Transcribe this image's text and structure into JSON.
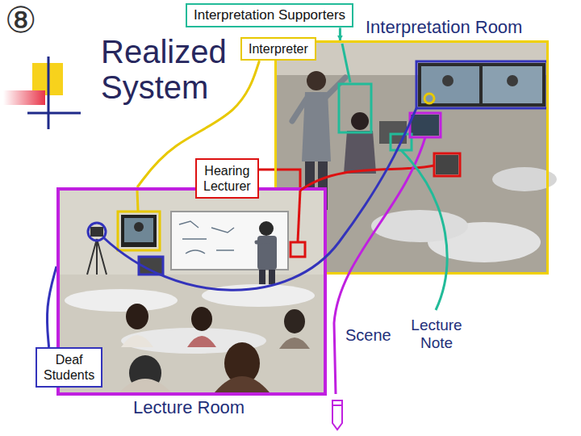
{
  "diagram": {
    "title": "Realized System",
    "nodes": [
      {
        "text": [
          "Interpretation Room"
        ]
      },
      {
        "text": [
          "Lecture Room"
        ]
      },
      {
        "text": [
          "Interpretation Supporters"
        ]
      },
      {
        "text": [
          "Interpreter"
        ]
      },
      {
        "text": [
          "Hearing Lecturer"
        ]
      },
      {
        "text": [
          "Deaf Students"
        ]
      }
    ],
    "edges": [
      {
        "from": 2,
        "to": 0,
        "arrow": "to"
      },
      {
        "from": 3,
        "to": 1,
        "arrow": "none"
      },
      {
        "from": 4,
        "to": 1,
        "arrow": "none"
      },
      {
        "from": 5,
        "to": 1,
        "arrow": "none"
      }
    ],
    "labels": [
      "⑧",
      "Scene",
      "Lecture Note"
    ]
  }
}
